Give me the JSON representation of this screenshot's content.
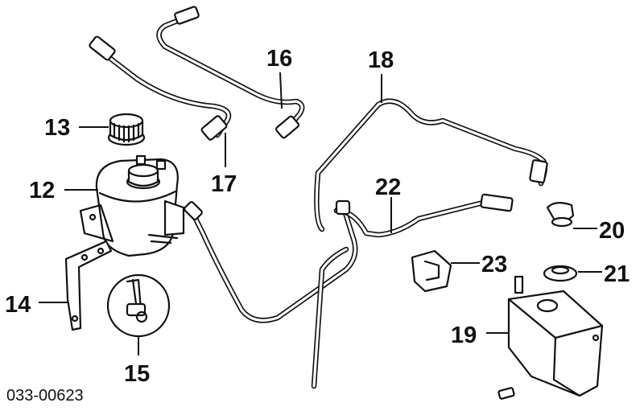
{
  "diagram_id": "033-00623",
  "callouts": {
    "c12": "12",
    "c13": "13",
    "c14": "14",
    "c15": "15",
    "c16": "16",
    "c17": "17",
    "c18": "18",
    "c19": "19",
    "c20": "20",
    "c21": "21",
    "c22": "22",
    "c23": "23"
  },
  "colors": {
    "ink": "#111111",
    "background": "#ffffff"
  }
}
